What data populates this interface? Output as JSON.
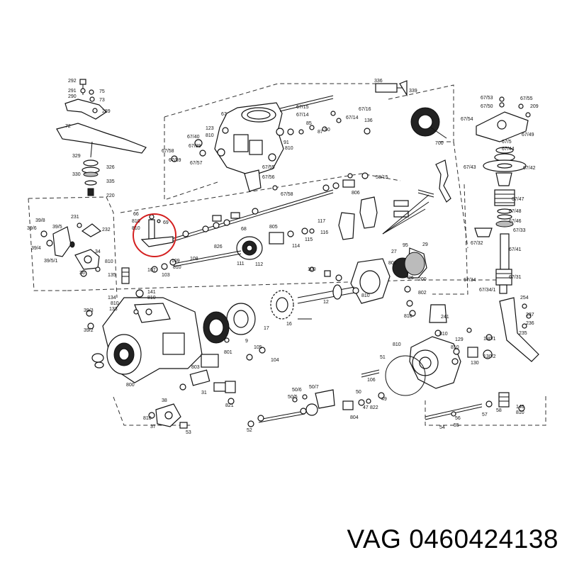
{
  "part_label": "VAG 0460424138",
  "highlight_color": "#d42020",
  "callouts": [
    {
      "id": "292",
      "text": "292"
    },
    {
      "id": "291",
      "text": "291"
    },
    {
      "id": "75",
      "text": "75"
    },
    {
      "id": "290",
      "text": "290"
    },
    {
      "id": "73",
      "text": "73"
    },
    {
      "id": "289",
      "text": "289"
    },
    {
      "id": "72",
      "text": "72"
    },
    {
      "id": "329",
      "text": "329"
    },
    {
      "id": "326",
      "text": "326"
    },
    {
      "id": "330",
      "text": "330"
    },
    {
      "id": "335",
      "text": "335"
    },
    {
      "id": "220",
      "text": "220"
    },
    {
      "id": "67",
      "text": "67"
    },
    {
      "id": "123",
      "text": "123"
    },
    {
      "id": "810a",
      "text": "810"
    },
    {
      "id": "6740",
      "text": "67/40"
    },
    {
      "id": "6739",
      "text": "67/39"
    },
    {
      "id": "6758",
      "text": "67/58"
    },
    {
      "id": "6759",
      "text": "67/59"
    },
    {
      "id": "6757",
      "text": "67/57"
    },
    {
      "id": "6715",
      "text": "67/15"
    },
    {
      "id": "6714a",
      "text": "67/14"
    },
    {
      "id": "6716",
      "text": "67/16"
    },
    {
      "id": "6714b",
      "text": "67/14"
    },
    {
      "id": "85",
      "text": "85"
    },
    {
      "id": "90",
      "text": "90"
    },
    {
      "id": "87",
      "text": "87"
    },
    {
      "id": "136",
      "text": "136"
    },
    {
      "id": "91",
      "text": "91"
    },
    {
      "id": "810b",
      "text": "810"
    },
    {
      "id": "6755",
      "text": "67/55"
    },
    {
      "id": "6756",
      "text": "67/56"
    },
    {
      "id": "6758b",
      "text": "67/58"
    },
    {
      "id": "336",
      "text": "336"
    },
    {
      "id": "339",
      "text": "339"
    },
    {
      "id": "700",
      "text": "700"
    },
    {
      "id": "6753",
      "text": "67/53"
    },
    {
      "id": "6755b",
      "text": "67/55"
    },
    {
      "id": "6750",
      "text": "67/50"
    },
    {
      "id": "209",
      "text": "209"
    },
    {
      "id": "6754",
      "text": "67/54"
    },
    {
      "id": "6749",
      "text": "67/49"
    },
    {
      "id": "675",
      "text": "67/5"
    },
    {
      "id": "6744",
      "text": "67/44"
    },
    {
      "id": "6743",
      "text": "67/43"
    },
    {
      "id": "6742",
      "text": "67/42"
    },
    {
      "id": "6747",
      "text": "67/47"
    },
    {
      "id": "6748",
      "text": "67/48"
    },
    {
      "id": "6746",
      "text": "67/46"
    },
    {
      "id": "6733",
      "text": "67/33"
    },
    {
      "id": "6732",
      "text": "67/32"
    },
    {
      "id": "6741",
      "text": "67/41"
    },
    {
      "id": "6734",
      "text": "67/34"
    },
    {
      "id": "6731",
      "text": "67/31"
    },
    {
      "id": "67341",
      "text": "67/34/1"
    },
    {
      "id": "5815",
      "text": "58/15"
    },
    {
      "id": "806",
      "text": "806"
    },
    {
      "id": "66",
      "text": "66"
    },
    {
      "id": "810c",
      "text": "810"
    },
    {
      "id": "810d",
      "text": "810"
    },
    {
      "id": "69",
      "text": "69"
    },
    {
      "id": "68",
      "text": "68"
    },
    {
      "id": "805",
      "text": "805"
    },
    {
      "id": "116",
      "text": "116"
    },
    {
      "id": "117",
      "text": "117"
    },
    {
      "id": "95",
      "text": "95"
    },
    {
      "id": "115",
      "text": "115"
    },
    {
      "id": "114",
      "text": "114"
    },
    {
      "id": "112",
      "text": "112"
    },
    {
      "id": "111",
      "text": "111"
    },
    {
      "id": "826",
      "text": "826"
    },
    {
      "id": "108",
      "text": "108"
    },
    {
      "id": "109",
      "text": "109"
    },
    {
      "id": "107",
      "text": "107"
    },
    {
      "id": "103",
      "text": "103"
    },
    {
      "id": "810e",
      "text": "810"
    },
    {
      "id": "398",
      "text": "39/8"
    },
    {
      "id": "231",
      "text": "231"
    },
    {
      "id": "232",
      "text": "232"
    },
    {
      "id": "396",
      "text": "39/6"
    },
    {
      "id": "395",
      "text": "39/5"
    },
    {
      "id": "394",
      "text": "39/4"
    },
    {
      "id": "34",
      "text": "34"
    },
    {
      "id": "810f",
      "text": "810"
    },
    {
      "id": "3951",
      "text": "39/5/1"
    },
    {
      "id": "36",
      "text": "36"
    },
    {
      "id": "27",
      "text": "27"
    },
    {
      "id": "29",
      "text": "29"
    },
    {
      "id": "802a",
      "text": "802"
    },
    {
      "id": "200",
      "text": "200"
    },
    {
      "id": "8100",
      "text": "810"
    },
    {
      "id": "100",
      "text": "100"
    },
    {
      "id": "12",
      "text": "12"
    },
    {
      "id": "802b",
      "text": "802"
    },
    {
      "id": "810g",
      "text": "810"
    },
    {
      "id": "26",
      "text": "26"
    },
    {
      "id": "135",
      "text": "135"
    },
    {
      "id": "134",
      "text": "134"
    },
    {
      "id": "141",
      "text": "141"
    },
    {
      "id": "810h",
      "text": "810"
    },
    {
      "id": "810i",
      "text": "810"
    },
    {
      "id": "133",
      "text": "133"
    },
    {
      "id": "393",
      "text": "39/3"
    },
    {
      "id": "392",
      "text": "39/2"
    },
    {
      "id": "16",
      "text": "16"
    },
    {
      "id": "17",
      "text": "17"
    },
    {
      "id": "9",
      "text": "9"
    },
    {
      "id": "105",
      "text": "105"
    },
    {
      "id": "104",
      "text": "104"
    },
    {
      "id": "801",
      "text": "801"
    },
    {
      "id": "803",
      "text": "803"
    },
    {
      "id": "800",
      "text": "800"
    },
    {
      "id": "241",
      "text": "241"
    },
    {
      "id": "810j",
      "text": "810"
    },
    {
      "id": "254",
      "text": "254"
    },
    {
      "id": "237",
      "text": "237"
    },
    {
      "id": "236",
      "text": "236"
    },
    {
      "id": "235",
      "text": "235"
    },
    {
      "id": "1301",
      "text": "130/1"
    },
    {
      "id": "129",
      "text": "129"
    },
    {
      "id": "810k",
      "text": "810"
    },
    {
      "id": "1302",
      "text": "130/2"
    },
    {
      "id": "130",
      "text": "130"
    },
    {
      "id": "810l",
      "text": "810"
    },
    {
      "id": "51",
      "text": "51"
    },
    {
      "id": "106",
      "text": "106"
    },
    {
      "id": "507",
      "text": "50/7"
    },
    {
      "id": "506",
      "text": "50/6"
    },
    {
      "id": "505",
      "text": "50/5"
    },
    {
      "id": "50",
      "text": "50"
    },
    {
      "id": "49",
      "text": "49"
    },
    {
      "id": "47",
      "text": "47"
    },
    {
      "id": "822",
      "text": "822"
    },
    {
      "id": "804",
      "text": "804"
    },
    {
      "id": "31",
      "text": "31"
    },
    {
      "id": "821",
      "text": "821"
    },
    {
      "id": "38",
      "text": "38"
    },
    {
      "id": "810m",
      "text": "810"
    },
    {
      "id": "37",
      "text": "37"
    },
    {
      "id": "53",
      "text": "53"
    },
    {
      "id": "52",
      "text": "52"
    },
    {
      "id": "56",
      "text": "56"
    },
    {
      "id": "57",
      "text": "57"
    },
    {
      "id": "58",
      "text": "58"
    },
    {
      "id": "140",
      "text": "140"
    },
    {
      "id": "810n",
      "text": "810"
    },
    {
      "id": "54",
      "text": "54"
    },
    {
      "id": "55",
      "text": "55"
    }
  ]
}
